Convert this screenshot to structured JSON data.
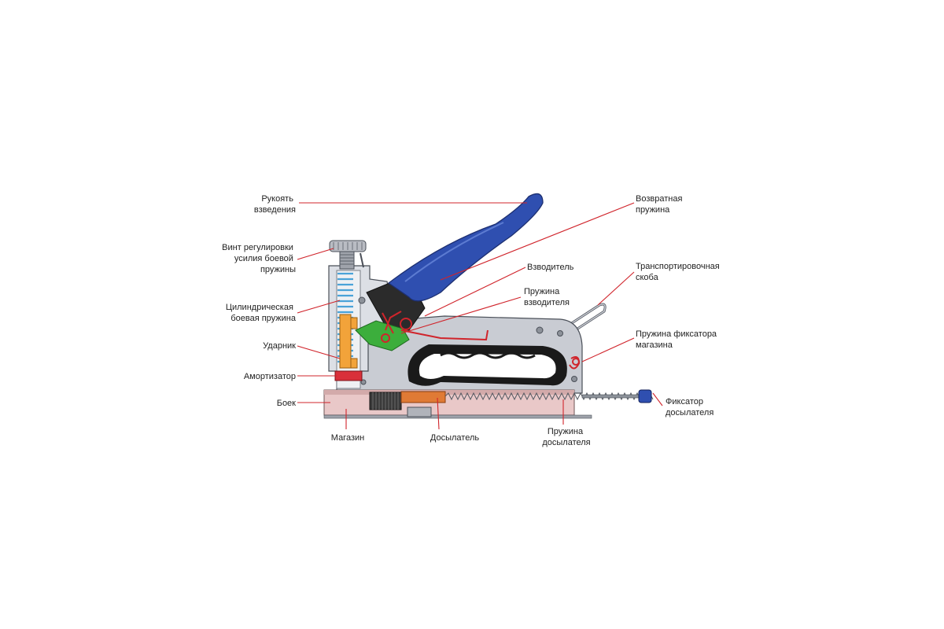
{
  "colors": {
    "leader": "#d0242b",
    "handle": "#2f4fb0",
    "metal": "#c9ccd3",
    "magazine_cut": "#e9c8c8",
    "pusher": "#e07a35",
    "damper": "#d9303a",
    "trigger_lever": "#3cae3c",
    "spring": "#4aa3d8",
    "striker": "#f2a33a",
    "grip": "#1a1a1a"
  },
  "labels": {
    "cocking_handle": [
      "Рукоять",
      "взведения"
    ],
    "return_spring": [
      "Возвратная",
      "пружина"
    ],
    "adjust_screw": [
      "Винт регулировки",
      "усилия боевой",
      "пружины"
    ],
    "cocker": [
      "Взводитель"
    ],
    "cocker_spring": [
      "Пружина",
      "взводителя"
    ],
    "transport_bracket": [
      "Транспортировочная",
      "скоба"
    ],
    "main_spring": [
      "Цилиндрическая",
      "боевая пружина"
    ],
    "striker": [
      "Ударник"
    ],
    "magazine_lock_spring": [
      "Пружина фиксатора",
      "магазина"
    ],
    "damper": [
      "Амортизатор"
    ],
    "firing_pin": [
      "Боек"
    ],
    "pusher_lock": [
      "Фиксатор",
      "досылателя"
    ],
    "magazine": [
      "Магазин"
    ],
    "pusher": [
      "Досылатель"
    ],
    "pusher_spring": [
      "Пружина",
      "досылателя"
    ]
  }
}
